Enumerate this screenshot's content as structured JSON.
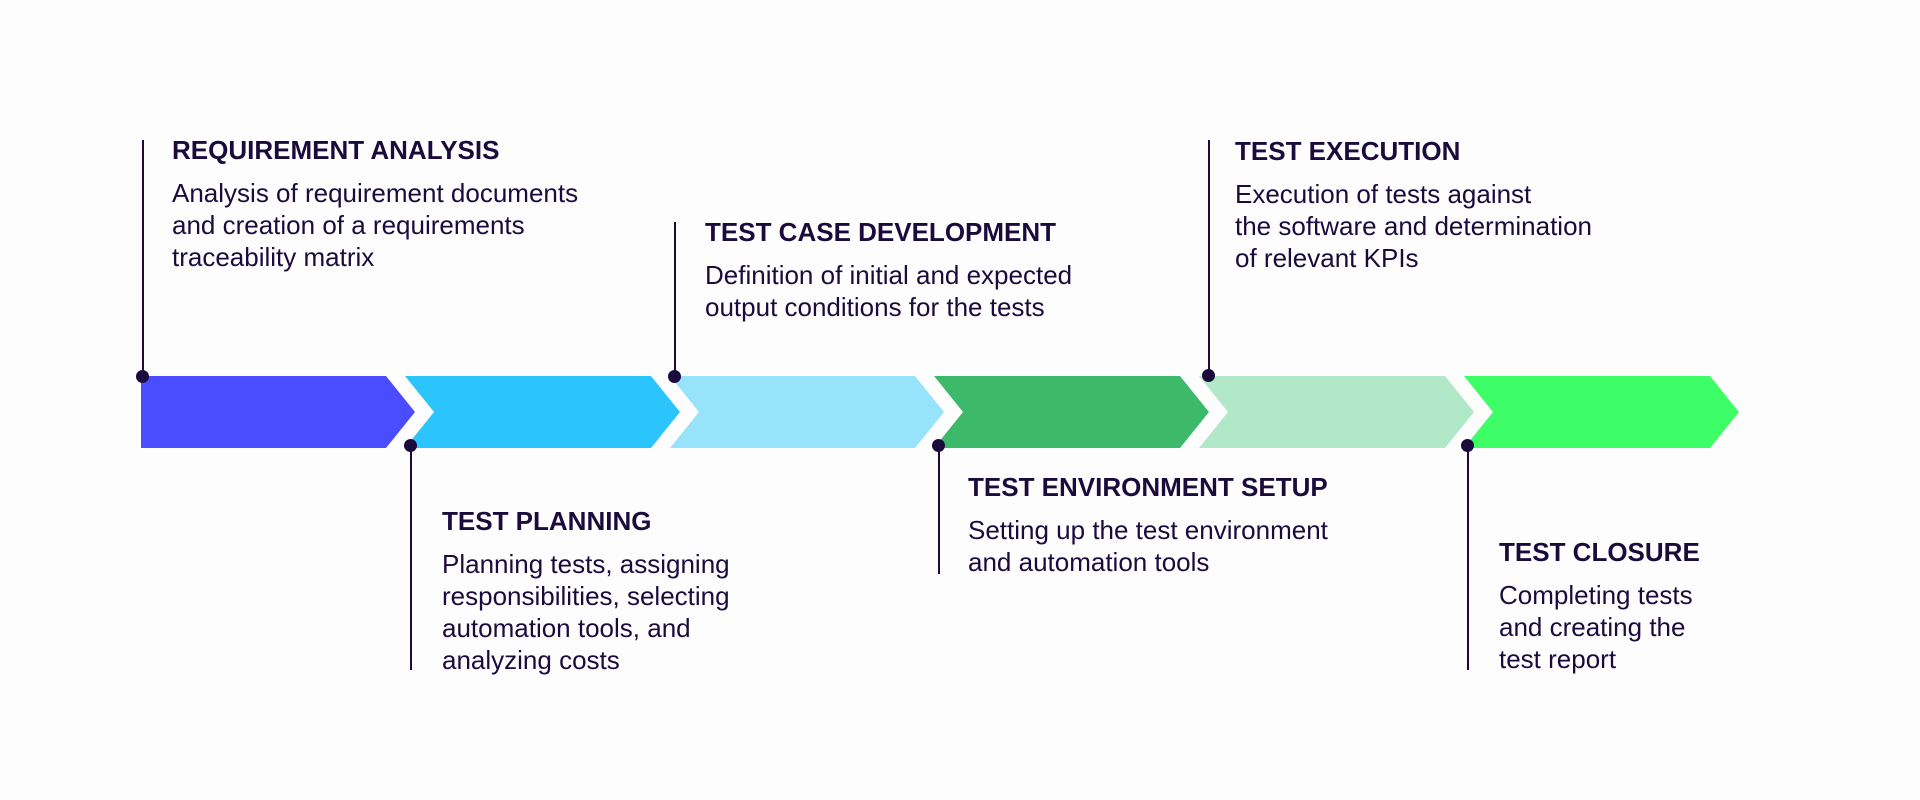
{
  "stages": [
    {
      "title": "REQUIREMENT ANALYSIS",
      "description": [
        "Analysis of requirement documents",
        "and creation of a requirements",
        "traceability matrix"
      ],
      "color": "#4a4dff",
      "position": "above"
    },
    {
      "title": "TEST PLANNING",
      "description": [
        "Planning tests, assigning",
        "responsibilities, selecting",
        "automation tools, and",
        "analyzing costs"
      ],
      "color": "#2cc4fd",
      "position": "below"
    },
    {
      "title": "TEST CASE DEVELOPMENT",
      "description": [
        "Definition of initial and expected",
        "output conditions for the tests"
      ],
      "color": "#97e3fc",
      "position": "above"
    },
    {
      "title": "TEST ENVIRONMENT SETUP",
      "description": [
        "Setting up the test environment",
        "and automation tools"
      ],
      "color": "#3db96a",
      "position": "below"
    },
    {
      "title": "TEST EXECUTION",
      "description": [
        "Execution of tests against",
        "the software and determination",
        "of relevant KPIs"
      ],
      "color": "#b1e8c7",
      "position": "above"
    },
    {
      "title": "TEST CLOSURE",
      "description": [
        "Completing tests",
        "and creating the",
        "test report"
      ],
      "color": "#3dfe67",
      "position": "below"
    }
  ]
}
